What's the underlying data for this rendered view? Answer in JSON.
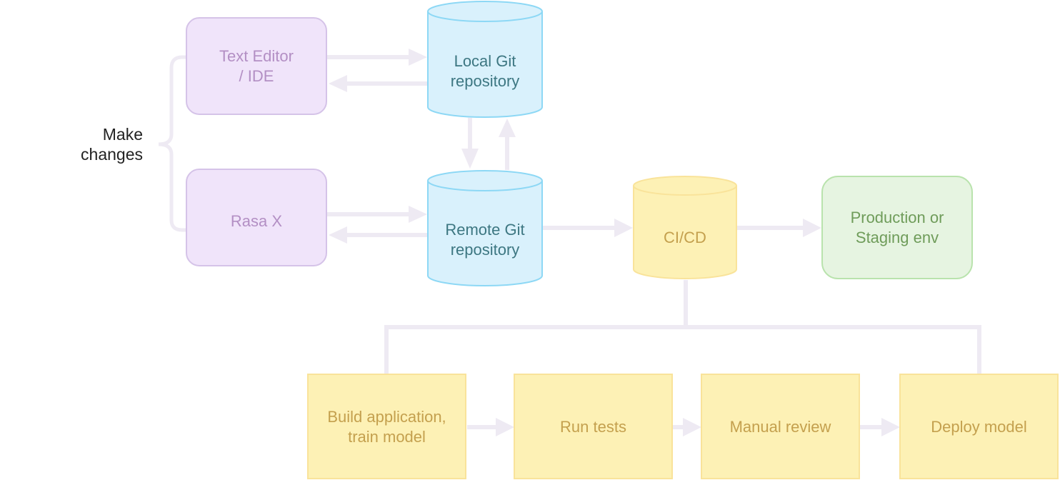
{
  "diagram": {
    "side_label": "Make\nchanges",
    "nodes": {
      "text_editor": "Text Editor\n/ IDE",
      "rasa_x": "Rasa X",
      "local_git": "Local Git\nrepository",
      "remote_git": "Remote Git\nrepository",
      "cicd": "CI/CD",
      "production": "Production or\nStaging env",
      "build": "Build application,\ntrain model",
      "run_tests": "Run tests",
      "manual_review": "Manual review",
      "deploy": "Deploy model"
    },
    "colors": {
      "purple_fill": "#f0e4fa",
      "purple_stroke": "#d5c3e8",
      "blue_fill": "#d9f1fc",
      "blue_stroke": "#8dd8f5",
      "yellow_fill": "#fdf1b5",
      "yellow_stroke": "#f9e39a",
      "green_fill": "#e6f4e1",
      "green_stroke": "#b9e3ad",
      "connector": "#eeeaf3"
    }
  }
}
